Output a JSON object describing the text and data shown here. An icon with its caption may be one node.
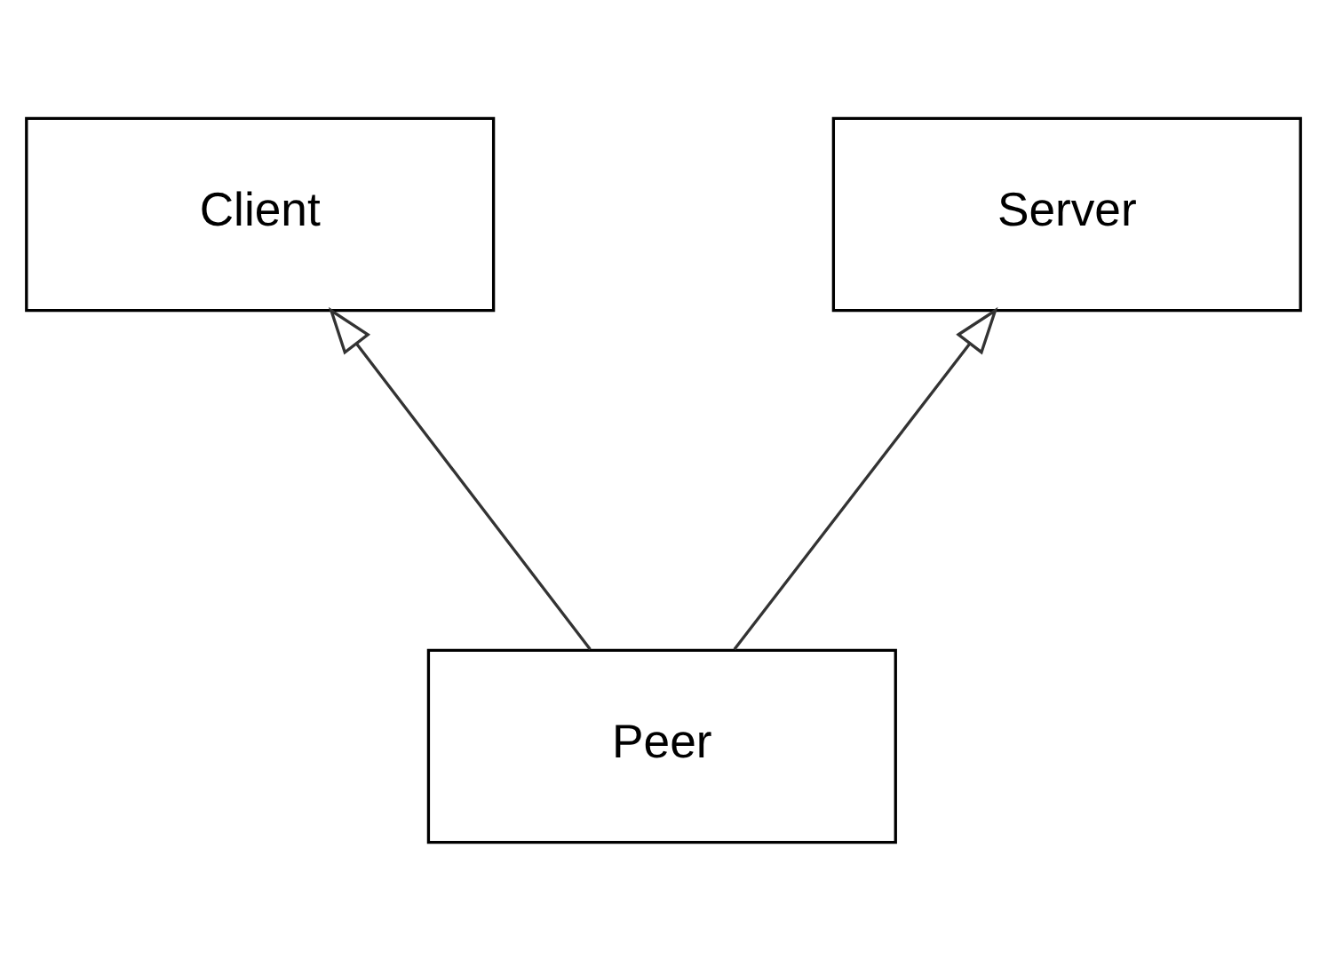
{
  "diagram": {
    "nodes": [
      {
        "text": [
          "Client"
        ]
      },
      {
        "text": [
          "Server"
        ]
      },
      {
        "text": [
          "Peer"
        ]
      }
    ],
    "edges": [
      {
        "from": 2,
        "to": 0,
        "arrow": "to"
      },
      {
        "from": 2,
        "to": 1,
        "arrow": "to"
      }
    ]
  }
}
